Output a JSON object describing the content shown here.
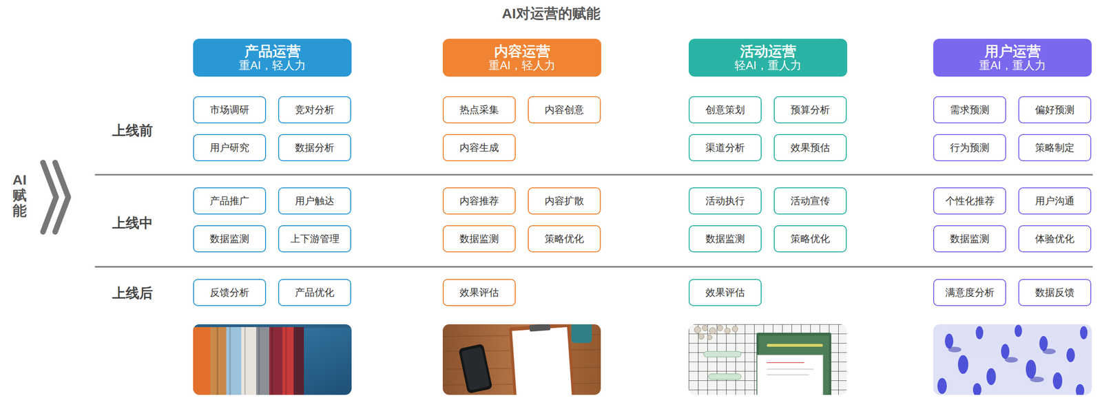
{
  "diagram": {
    "title": "AI对运营的赋能",
    "nodes": [
      {
        "text": [
          "产品运营",
          "重AI，轻人力"
        ]
      },
      {
        "text": [
          "市场调研"
        ]
      },
      {
        "text": [
          "竞对分析"
        ]
      },
      {
        "text": [
          "用户研究"
        ]
      },
      {
        "text": [
          "数据分析"
        ]
      },
      {
        "text": [
          "产品推广"
        ]
      },
      {
        "text": [
          "用户触达"
        ]
      },
      {
        "text": [
          "数据监测"
        ]
      },
      {
        "text": [
          "上下游管理"
        ]
      },
      {
        "text": [
          "反馈分析"
        ]
      },
      {
        "text": [
          "产品优化"
        ]
      },
      {
        "text": [
          "内容运营",
          "重AI，轻人力"
        ]
      },
      {
        "text": [
          "热点采集"
        ]
      },
      {
        "text": [
          "内容创意"
        ]
      },
      {
        "text": [
          "内容生成"
        ]
      },
      {
        "text": [
          "内容推荐"
        ]
      },
      {
        "text": [
          "内容扩散"
        ]
      },
      {
        "text": [
          "数据监测"
        ]
      },
      {
        "text": [
          "策略优化"
        ]
      },
      {
        "text": [
          "效果评估"
        ]
      },
      {
        "text": [
          "活动运营",
          "轻AI，重人力"
        ]
      },
      {
        "text": [
          "创意策划"
        ]
      },
      {
        "text": [
          "预算分析"
        ]
      },
      {
        "text": [
          "渠道分析"
        ]
      },
      {
        "text": [
          "效果预估"
        ]
      },
      {
        "text": [
          "活动执行"
        ]
      },
      {
        "text": [
          "活动宣传"
        ]
      },
      {
        "text": [
          "数据监测"
        ]
      },
      {
        "text": [
          "策略优化"
        ]
      },
      {
        "text": [
          "效果评估"
        ]
      },
      {
        "text": [
          "用户运营",
          "重AI，重人力"
        ]
      },
      {
        "text": [
          "需求预测"
        ]
      },
      {
        "text": [
          "偏好预测"
        ]
      },
      {
        "text": [
          "行为预测"
        ]
      },
      {
        "text": [
          "策略制定"
        ]
      },
      {
        "text": [
          "个性化推荐"
        ]
      },
      {
        "text": [
          "用户沟通"
        ]
      },
      {
        "text": [
          "数据监测"
        ]
      },
      {
        "text": [
          "体验优化"
        ]
      },
      {
        "text": [
          "满意度分析"
        ]
      },
      {
        "text": [
          "数据反馈"
        ]
      }
    ],
    "labels": [
      "AI赋能",
      "上线前",
      "上线中",
      "上线后"
    ]
  }
}
